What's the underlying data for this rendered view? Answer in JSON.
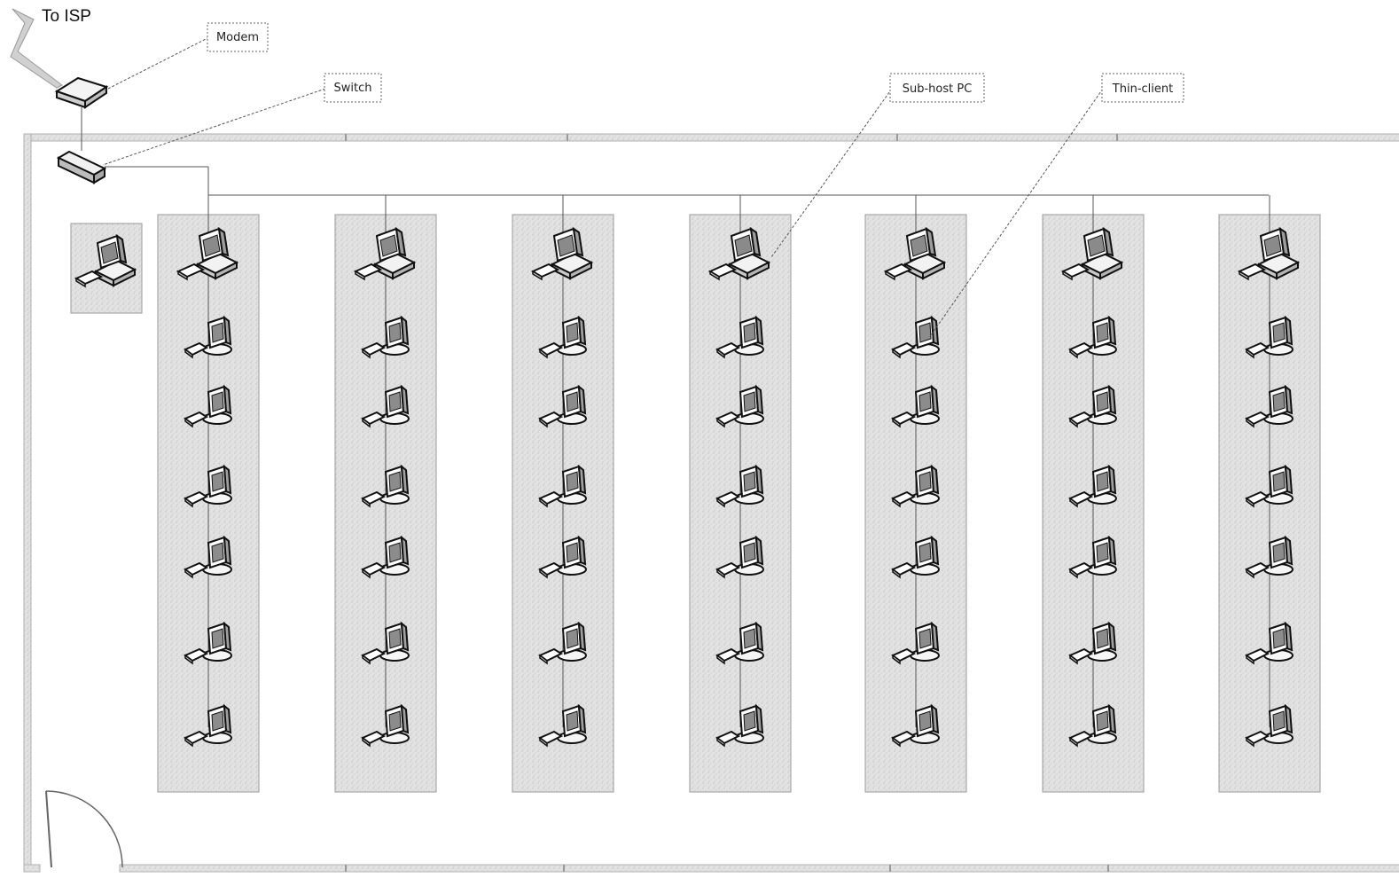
{
  "labels": {
    "isp": "To ISP",
    "modem": "Modem",
    "switch": "Switch",
    "subhost": "Sub-host PC",
    "thinclient": "Thin-client"
  },
  "room": {
    "columns": 7,
    "thin_clients_per_column": 6,
    "has_admin_pc": true,
    "has_door": true
  },
  "icons": {
    "modem": "modem-icon",
    "switch": "switch-icon",
    "subhost": "desktop-pc-icon",
    "thinclient": "thin-client-icon",
    "link": "lightning-link-icon",
    "door": "door-icon"
  },
  "colors": {
    "wall": "#c9c9c9",
    "desk_fill": "#dcdcdc",
    "desk_border": "#9a9a9a",
    "line": "#555555",
    "icon_stroke": "#111111"
  }
}
